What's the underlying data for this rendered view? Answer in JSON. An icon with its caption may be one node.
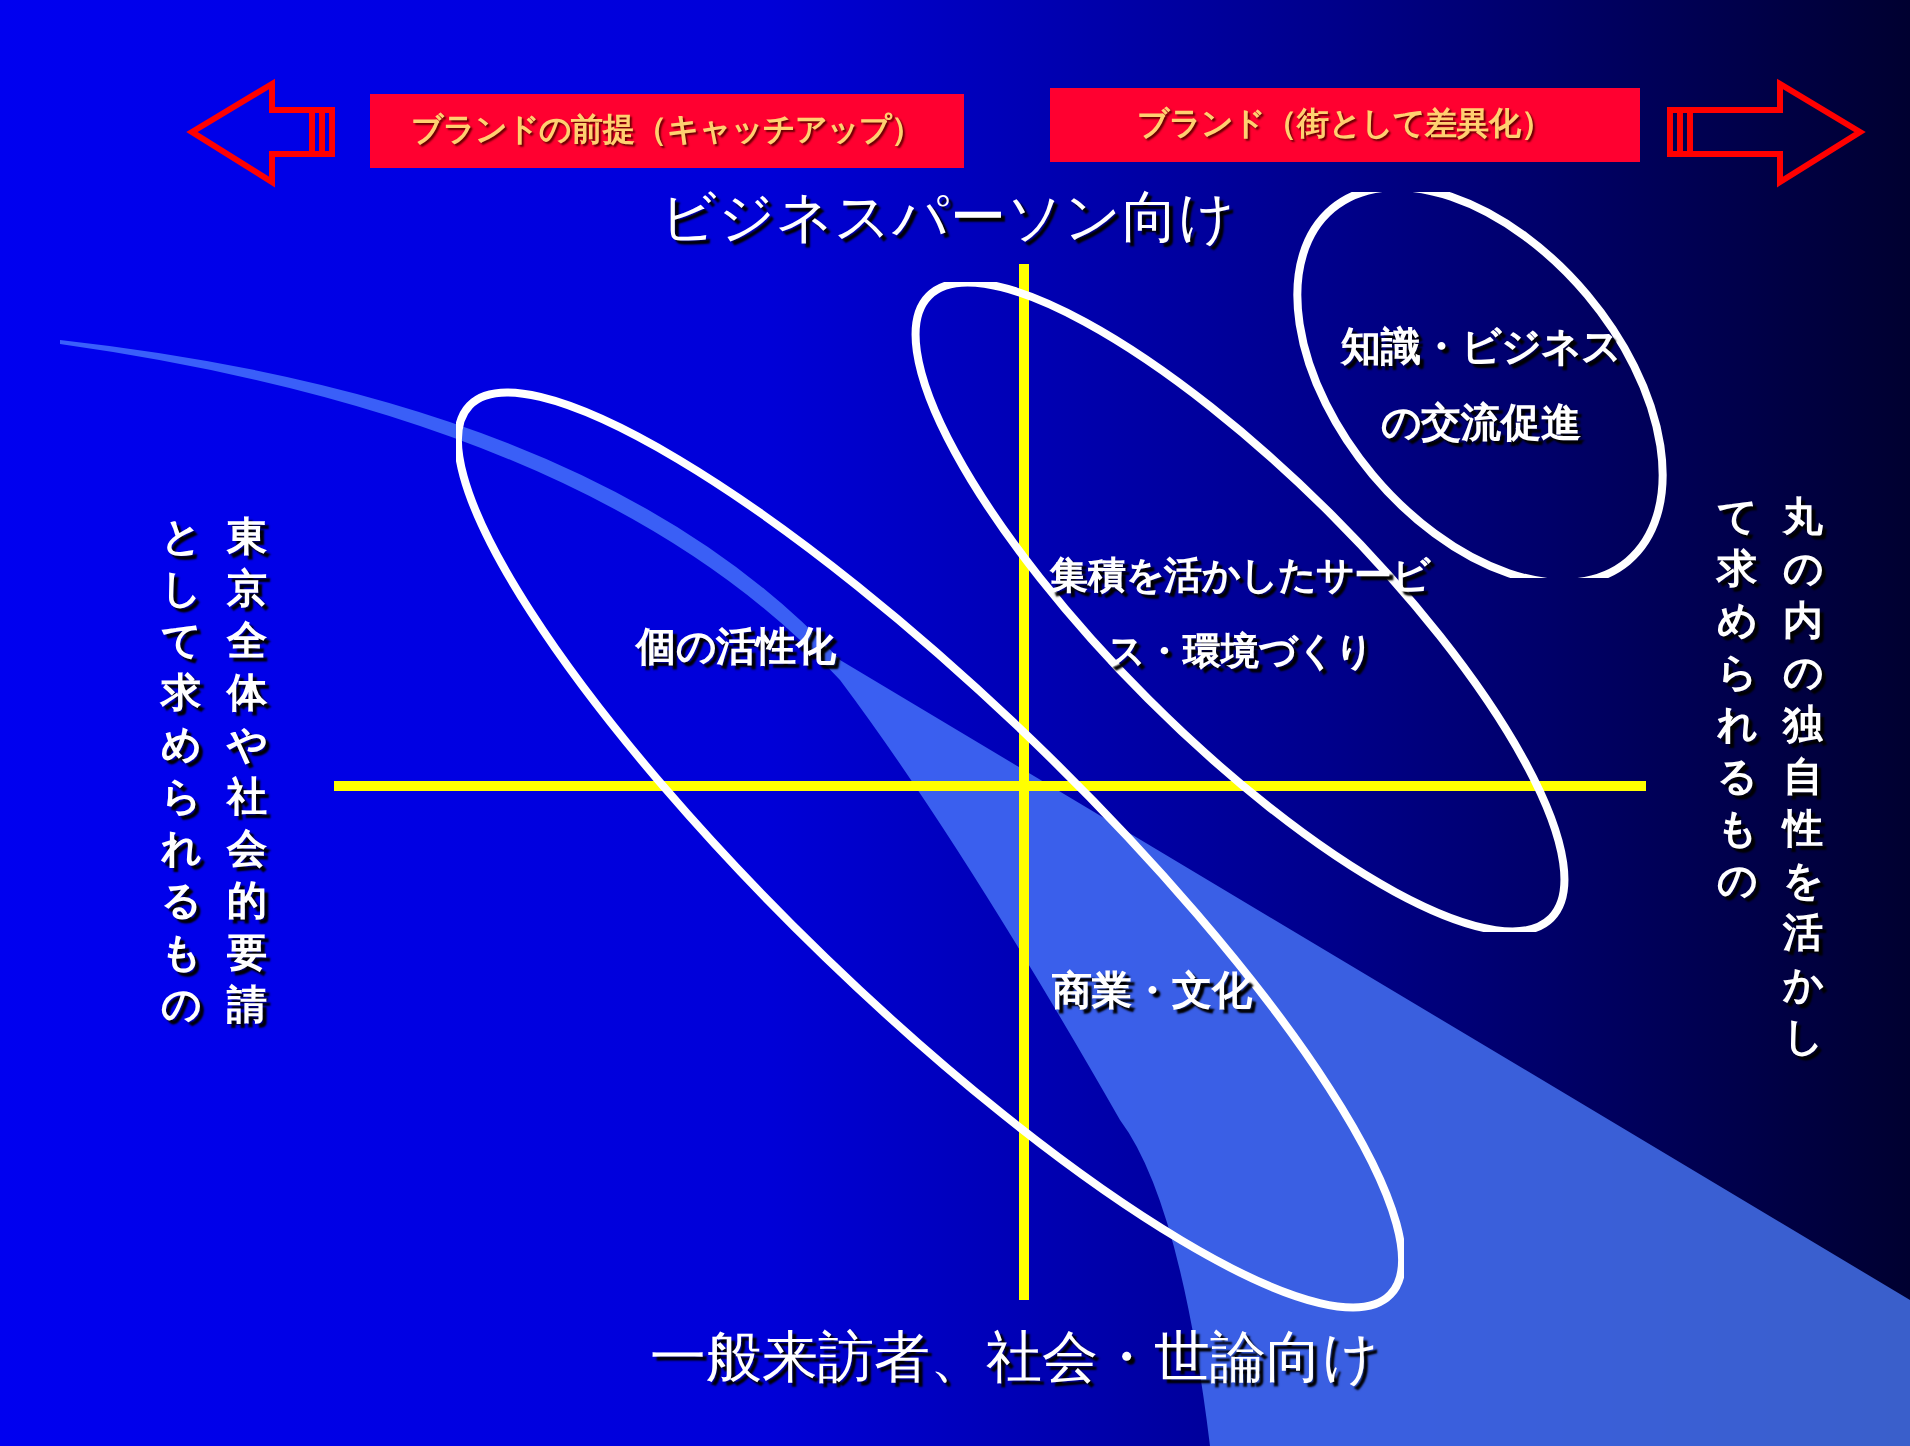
{
  "diagram": {
    "nodes": [
      {
        "text": [
          "ブランドの前提（キャッチアップ）"
        ]
      },
      {
        "text": [
          "ブランド（街として差異化）"
        ]
      },
      {
        "text": [
          "個の活性化",
          "商業・文化"
        ]
      },
      {
        "text": [
          "集積を活かしたサービス・環境づくり"
        ]
      },
      {
        "text": [
          "知識・ビジネスの交流促進"
        ]
      }
    ],
    "labels": [
      "ビジネスパーソン向け",
      "東京全体や社会的要請として求められるもの",
      "丸の内の独自性を活かして求められるもの",
      "一般来訪者、社会・世論向け"
    ]
  }
}
